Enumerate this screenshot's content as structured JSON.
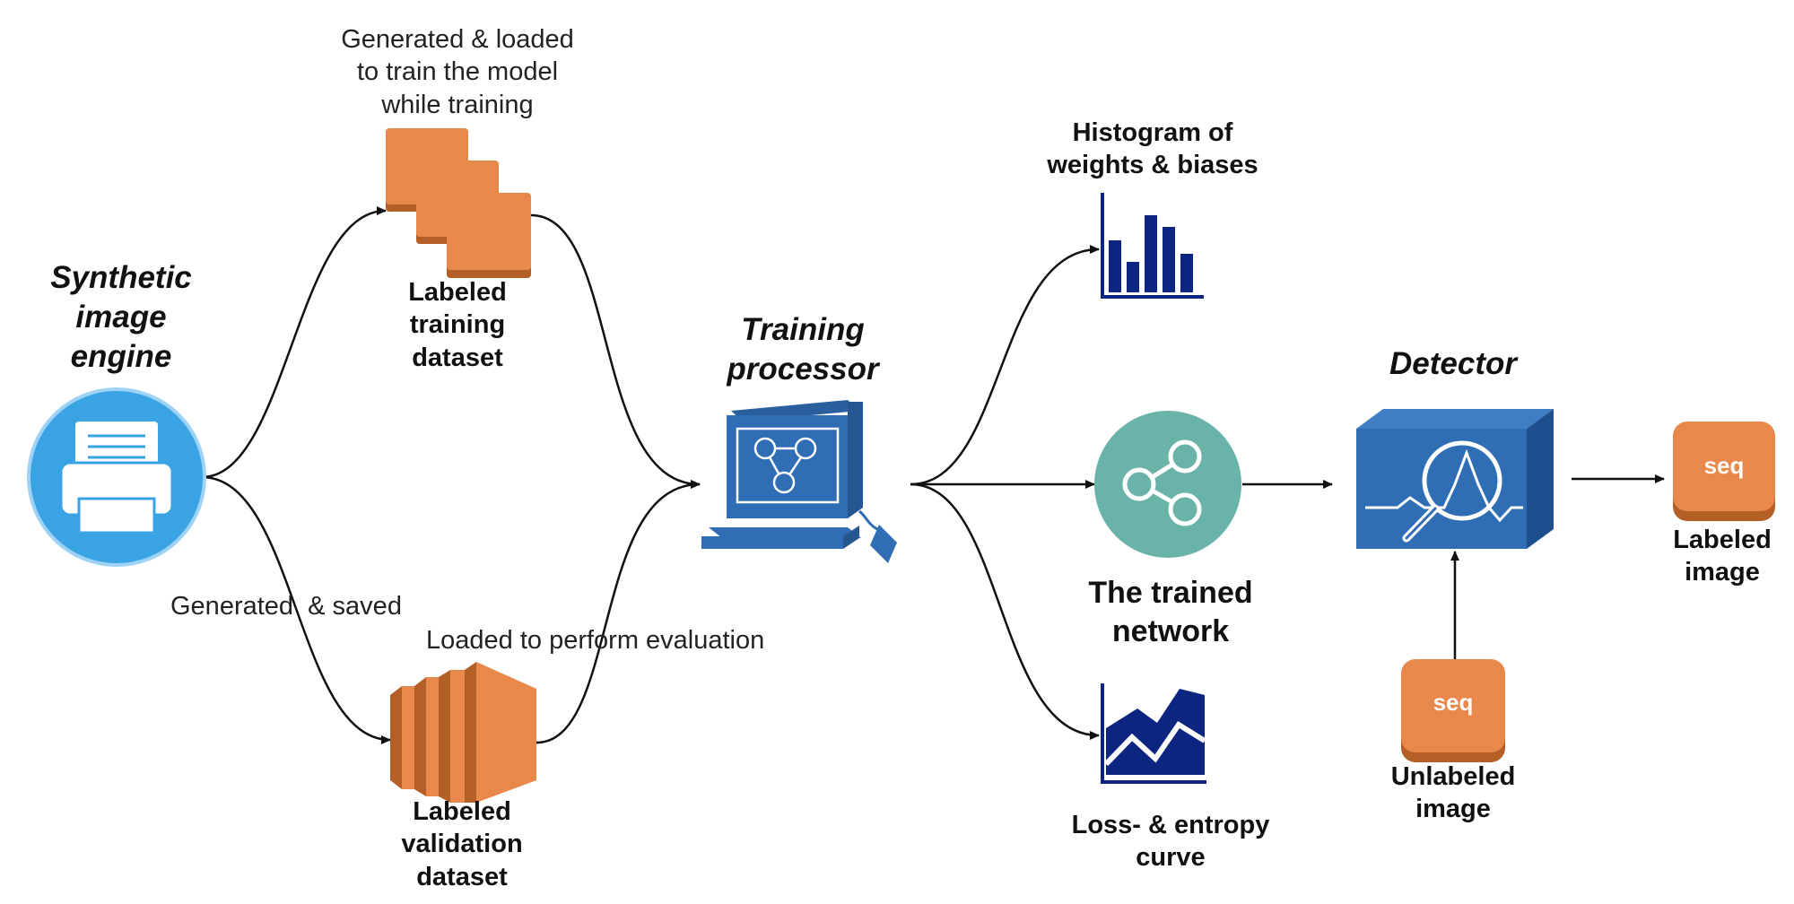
{
  "colors": {
    "orange": "#e8884a",
    "orange_dark": "#b45f26",
    "engine_blue": "#3aa3e3",
    "processor_blue": "#2f6db5",
    "navy": "#0b2580",
    "teal": "#6ab3a8",
    "arrow": "#111111"
  },
  "nodes": {
    "engine": {
      "lines": [
        "Synthetic",
        "image",
        "engine"
      ],
      "icon": "printer-icon"
    },
    "training_dataset": {
      "lines": [
        "Labeled",
        "training",
        "dataset"
      ],
      "note": [
        "Generated & loaded",
        "to train the model",
        "while training"
      ],
      "icon": "stacked-squares-icon"
    },
    "validation_dataset": {
      "lines": [
        "Labeled",
        "validation",
        "dataset"
      ],
      "icon": "stacked-panels-icon"
    },
    "processor": {
      "lines": [
        "Training",
        "processor"
      ],
      "icon": "computer-network-icon"
    },
    "histogram": {
      "lines": [
        "Histogram of",
        "weights & biases"
      ],
      "icon": "bar-chart-icon"
    },
    "network": {
      "lines": [
        "The trained",
        "network"
      ],
      "icon": "share-icon"
    },
    "loss": {
      "lines": [
        "Loss- & entropy",
        "curve"
      ],
      "icon": "area-chart-icon"
    },
    "detector": {
      "lines": [
        "Detector"
      ],
      "icon": "magnifier-box-icon"
    },
    "unlabeled": {
      "lines": [
        "Unlabeled",
        "image"
      ],
      "badge": "seq"
    },
    "labeled": {
      "lines": [
        "Labeled",
        "image"
      ],
      "badge": "seq"
    }
  },
  "edges": {
    "generated_saved": "Generated  & saved",
    "loaded_eval": "Loaded to perform evaluation"
  }
}
